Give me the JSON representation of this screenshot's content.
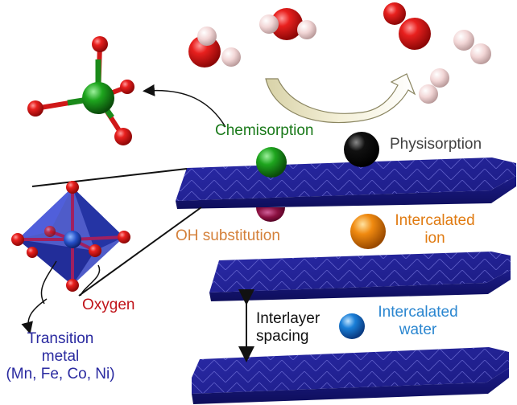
{
  "labels": {
    "chemisorption": "Chemisorption",
    "physisorption": "Physisorption",
    "oh_substitution": "OH substitution",
    "intercalated_ion_line1": "Intercalated",
    "intercalated_ion_line2": "ion",
    "oxygen": "Oxygen",
    "interlayer_line1": "Interlayer",
    "interlayer_line2": "spacing",
    "intercalated_water_line1": "Intercalated",
    "intercalated_water_line2": "water",
    "transition_metal_line1": "Transition",
    "transition_metal_line2": "metal",
    "transition_metal_line3": "(Mn, Fe, Co, Ni)"
  },
  "colors": {
    "chemisorption": "#1b7a1b",
    "physisorption": "#404040",
    "oh_substitution": "#d4803a",
    "intercalated_ion": "#e07b12",
    "oxygen": "#c0141a",
    "interlayer": "#111111",
    "intercalated_water": "#2a86d0",
    "transition_metal": "#2a2aa0",
    "layer_fill": "#22229a"
  }
}
